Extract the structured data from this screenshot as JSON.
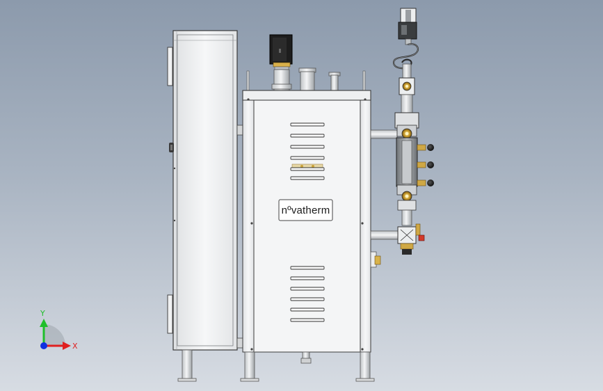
{
  "viewport": {
    "background_top": "#8c9aac",
    "background_bottom": "#d7dce3"
  },
  "model": {
    "brand_logo": "nºvatherm"
  },
  "triad": {
    "y_label": "Y",
    "x_label": "X",
    "y_color": "#1fbf2a",
    "x_color": "#e02020",
    "z_color": "#1030e0"
  }
}
